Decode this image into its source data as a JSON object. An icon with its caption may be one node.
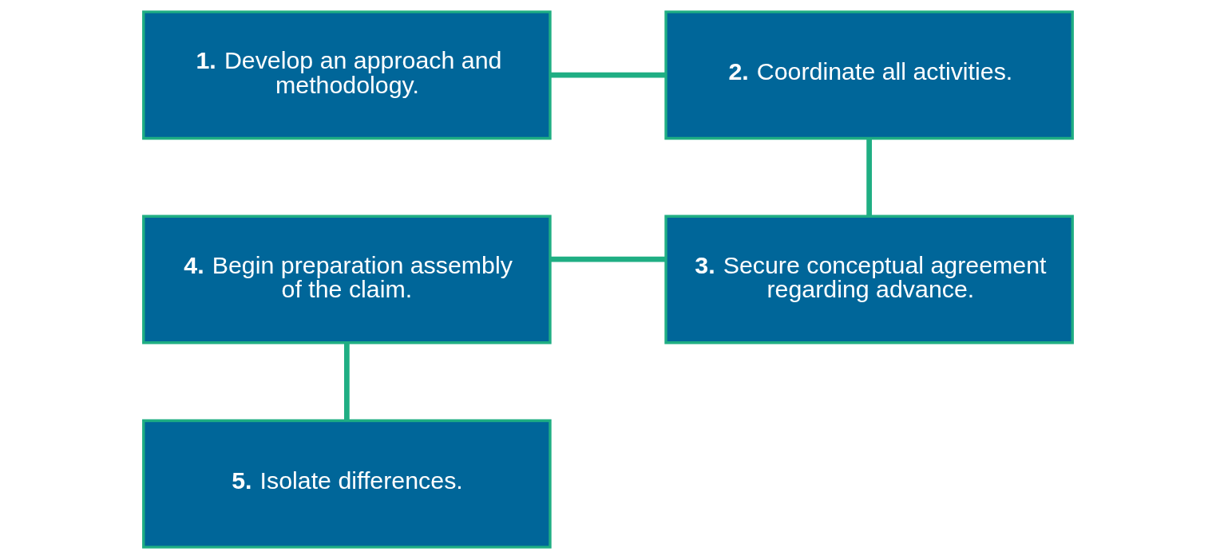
{
  "diagram": {
    "nodes": [
      {
        "text": [
          "**1.** Develop an approach and methodology."
        ]
      },
      {
        "text": [
          "**2.** Coordinate all activities."
        ]
      },
      {
        "text": [
          "**3.** Secure conceptual agreement regarding advance."
        ]
      },
      {
        "text": [
          "**4.** Begin preparation assembly of the claim."
        ]
      },
      {
        "text": [
          "**5.** Isolate differences."
        ]
      }
    ],
    "edges": [
      {
        "from": 0,
        "to": 1,
        "arrow": "none"
      },
      {
        "from": 1,
        "to": 2,
        "arrow": "none"
      },
      {
        "from": 2,
        "to": 3,
        "arrow": "none"
      },
      {
        "from": 3,
        "to": 4,
        "arrow": "none"
      }
    ]
  }
}
